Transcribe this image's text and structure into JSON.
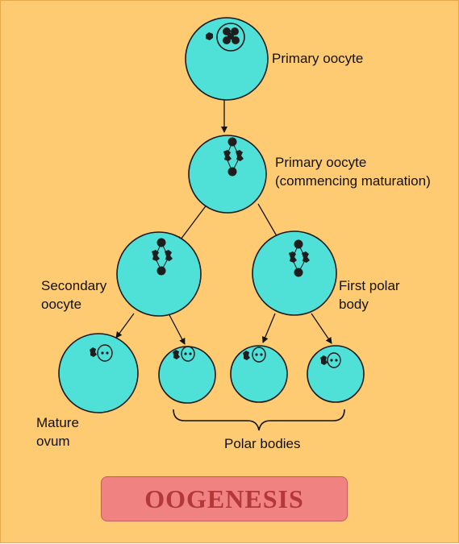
{
  "title": "OOGENESIS",
  "labels": {
    "primary_oocyte": "Primary oocyte",
    "primary_oocyte_maturation_1": "Primary oocyte",
    "primary_oocyte_maturation_2": "(commencing maturation)",
    "secondary_oocyte_1": "Secondary",
    "secondary_oocyte_2": "oocyte",
    "first_polar_body_1": "First polar",
    "first_polar_body_2": "body",
    "mature_ovum_1": "Mature",
    "mature_ovum_2": "ovum",
    "polar_bodies": "Polar bodies"
  },
  "colors": {
    "background": "#FFCB72",
    "cell_fill": "#4FE0D8",
    "cell_stroke": "#1A1A1A",
    "title_box": "#F08282",
    "title_text": "#B43838"
  }
}
